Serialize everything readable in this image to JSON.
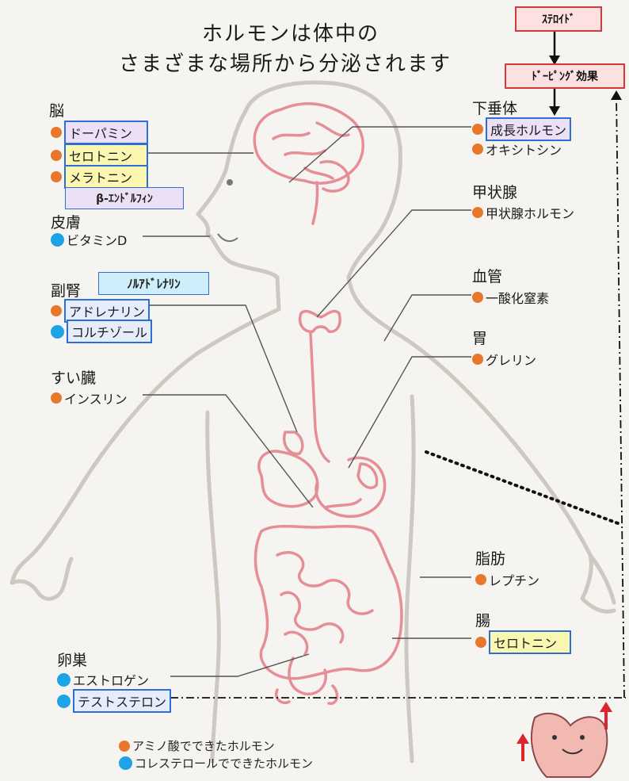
{
  "title": {
    "line1": "ホルモンは体中の",
    "line2": "さまざまな場所から分泌されます"
  },
  "labels": {
    "steroid": "ｽﾃﾛｲﾄﾞ",
    "doping": "ﾄﾞｰﾋﾟﾝｸﾞ効果",
    "beta_endorphin": "β-ｴﾝﾄﾞﾙﾌｨﾝ",
    "noradrenaline": "ﾉﾙｱﾄﾞﾚﾅﾘﾝ"
  },
  "organs": {
    "brain": {
      "name": "脳",
      "h1": "ドーパミン",
      "h2": "セロトニン",
      "h3": "メラトニン"
    },
    "skin": {
      "name": "皮膚",
      "h1": "ビタミンD"
    },
    "adrenal": {
      "name": "副腎",
      "h1": "アドレナリン",
      "h2": "コルチゾール"
    },
    "pancreas": {
      "name": "すい臓",
      "h1": "インスリン"
    },
    "ovary": {
      "name": "卵巣",
      "h1": "エストロゲン",
      "h2": "テストステロン"
    },
    "pituitary": {
      "name": "下垂体",
      "h1": "成長ホルモン",
      "h2": "オキシトシン"
    },
    "thyroid": {
      "name": "甲状腺",
      "h1": "甲状腺ホルモン"
    },
    "vessel": {
      "name": "血管",
      "h1": "一酸化窒素"
    },
    "stomach": {
      "name": "胃",
      "h1": "グレリン"
    },
    "fat": {
      "name": "脂肪",
      "h1": "レプチン"
    },
    "intestine": {
      "name": "腸",
      "h1": "セロトニン"
    }
  },
  "legend": {
    "amino": "アミノ酸でできたホルモン",
    "chol": "コレステロールでできたホルモン"
  },
  "colors": {
    "amino_dot": "#e8772b",
    "chol_dot": "#1ea3e6",
    "body_line": "#e58e96",
    "highlight_border": "#2d6fd6"
  }
}
